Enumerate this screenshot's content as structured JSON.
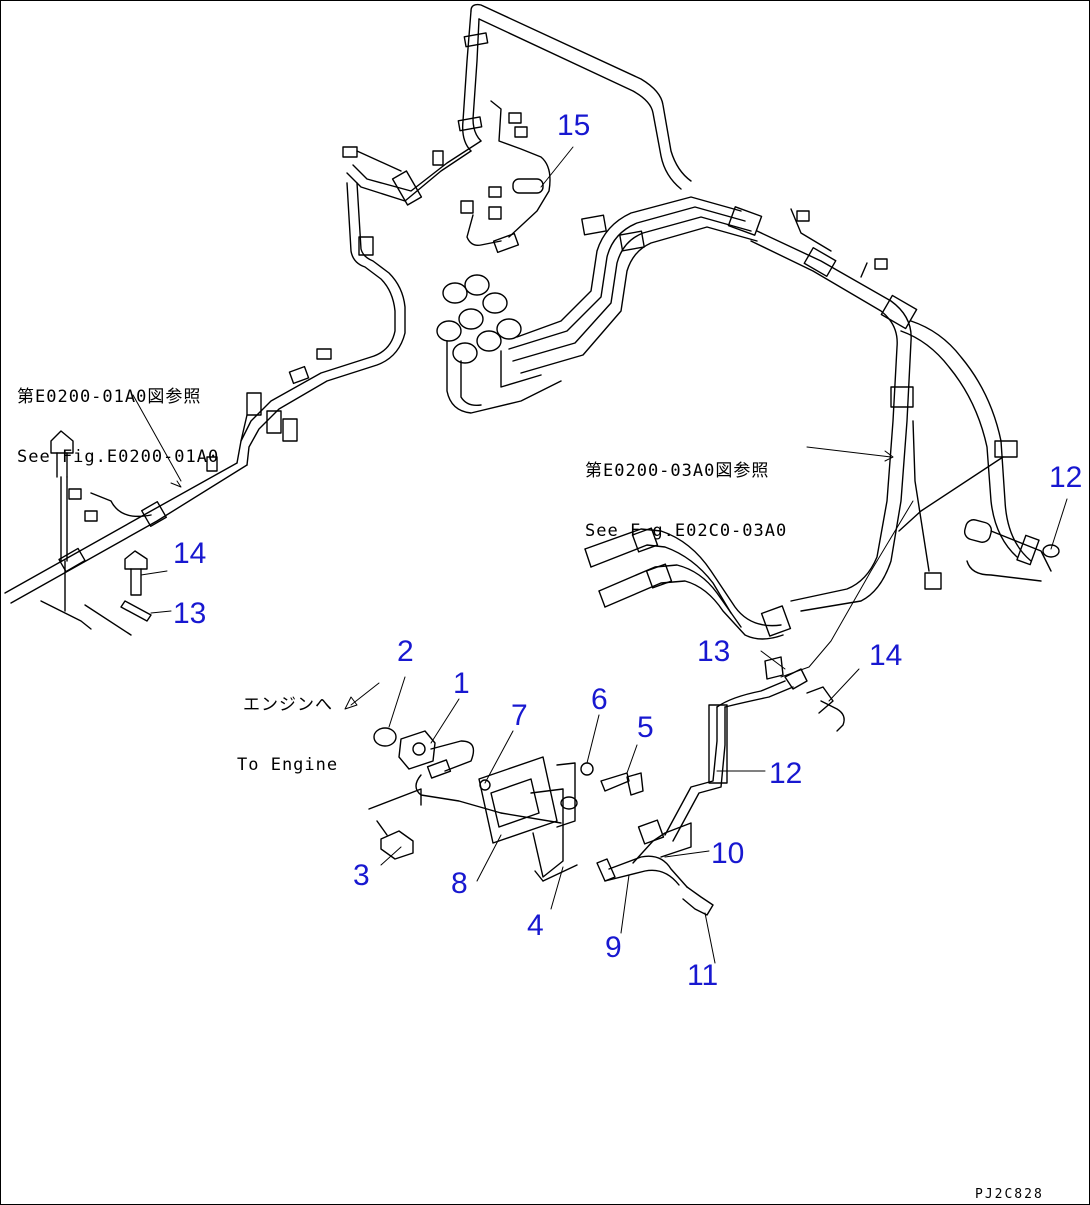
{
  "references": [
    {
      "jp": "第E0200-01A0図参照",
      "en": "See Fig.E0200-01A0"
    },
    {
      "jp": "第E0200-03A0図参照",
      "en": "See F g.E02C0-03A0"
    }
  ],
  "to_engine": {
    "jp": "エンジンへ",
    "en": "To Engine"
  },
  "parts": [
    "15",
    "12",
    "14",
    "13",
    "2",
    "1",
    "7",
    "6",
    "5",
    "13",
    "14",
    "12",
    "10",
    "3",
    "8",
    "4",
    "9",
    "11"
  ],
  "drawing_code": "PJ2C828",
  "colors": {
    "part_number": "#1818d0",
    "line": "#000000"
  }
}
